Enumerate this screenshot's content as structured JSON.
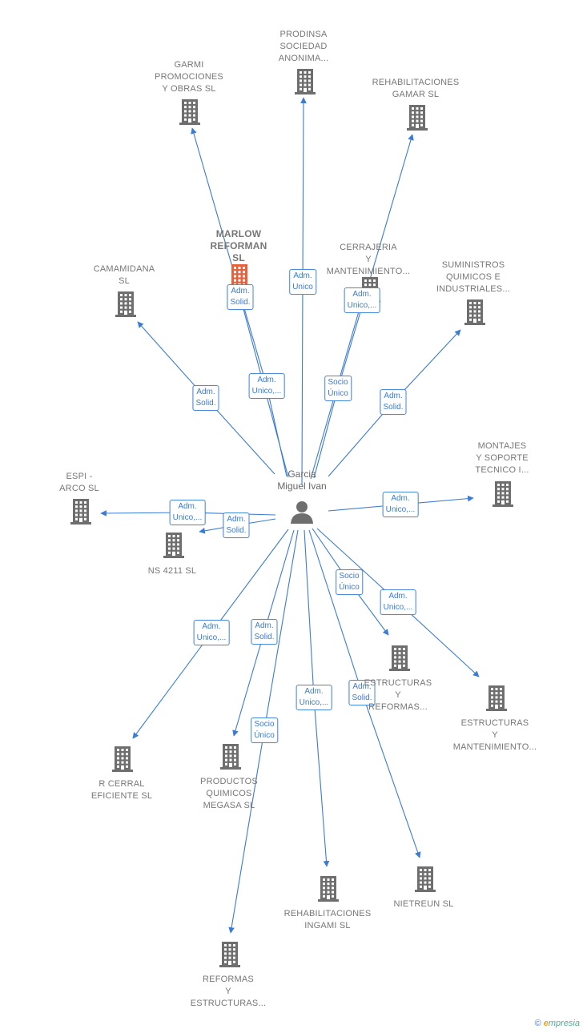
{
  "person": {
    "label": "Garcia\nMiguel Ivan"
  },
  "companies": [
    {
      "id": "c0",
      "label": "PRODINSA\nSOCIEDAD\nANONIMA...",
      "focus": false
    },
    {
      "id": "c1",
      "label": "GARMI\nPROMOCIONES\nY OBRAS  SL",
      "focus": false
    },
    {
      "id": "c2",
      "label": "REHABILITACIONES\nGAMAR  SL",
      "focus": false
    },
    {
      "id": "c3",
      "label": "MARLOW\nREFORMAN\nSL",
      "focus": true
    },
    {
      "id": "c4",
      "label": "CERRAJERIA\nY\nMANTENIMIENTO...",
      "focus": false
    },
    {
      "id": "c5",
      "label": "CAMAMIDANA\nSL",
      "focus": false
    },
    {
      "id": "c6",
      "label": "SUMINISTROS\nQUIMICOS E\nINDUSTRIALES...",
      "focus": false
    },
    {
      "id": "c7",
      "label": "MONTAJES\nY SOPORTE\nTECNICO I...",
      "focus": false
    },
    {
      "id": "c8",
      "label": "ESPI -\nARCO  SL",
      "focus": false
    },
    {
      "id": "c9",
      "label": "NS 4211  SL",
      "focus": false
    },
    {
      "id": "c10",
      "label": "ESTRUCTURAS\nY\nREFORMAS...",
      "focus": false
    },
    {
      "id": "c11",
      "label": "ESTRUCTURAS\nY\nMANTENIMIENTO...",
      "focus": false
    },
    {
      "id": "c12",
      "label": "R CERRAL\nEFICIENTE  SL",
      "focus": false
    },
    {
      "id": "c13",
      "label": "PRODUCTOS\nQUIMICOS\nMEGASA  SL",
      "focus": false
    },
    {
      "id": "c14",
      "label": "REHABILITACIONES\nINGAMI  SL",
      "focus": false
    },
    {
      "id": "c15",
      "label": "NIETREUN  SL",
      "focus": false
    },
    {
      "id": "c16",
      "label": "REFORMAS\nY\nESTRUCTURAS...",
      "focus": false
    }
  ],
  "edges": [
    {
      "to": "c0",
      "label": "Adm.\nUnico"
    },
    {
      "to": "c1",
      "label": "Adm.\nUnico,..."
    },
    {
      "to": "c2",
      "label": "Socio\nÚnico"
    },
    {
      "to": "c3",
      "label": "Adm.\nSolid."
    },
    {
      "to": "c4",
      "label": "Adm.\nUnico,..."
    },
    {
      "to": "c5",
      "label": "Adm.\nSolid."
    },
    {
      "to": "c6",
      "label": "Adm.\nSolid."
    },
    {
      "to": "c7",
      "label": "Adm.\nUnico,..."
    },
    {
      "to": "c8",
      "label": "Adm.\nUnico,..."
    },
    {
      "to": "c9",
      "label": "Adm.\nSolid."
    },
    {
      "to": "c10",
      "label": "Socio\nÚnico"
    },
    {
      "to": "c11",
      "label": "Adm.\nUnico,..."
    },
    {
      "to": "c12",
      "label": "Adm.\nUnico,..."
    },
    {
      "to": "c13",
      "label": "Adm.\nSolid."
    },
    {
      "to": "c14",
      "label": "Adm.\nUnico,..."
    },
    {
      "to": "c15",
      "label": "Adm.\nSolid."
    },
    {
      "to": "c16",
      "label": "Socio\nÚnico"
    }
  ],
  "colors": {
    "edge": "#3a7bd5",
    "building": "#6e6e6e",
    "focus_building": "#e8603c",
    "person": "#6e6e6e"
  },
  "footer": {
    "copyright": "©",
    "brand_initial": "e",
    "brand_rest": "mpresia"
  }
}
